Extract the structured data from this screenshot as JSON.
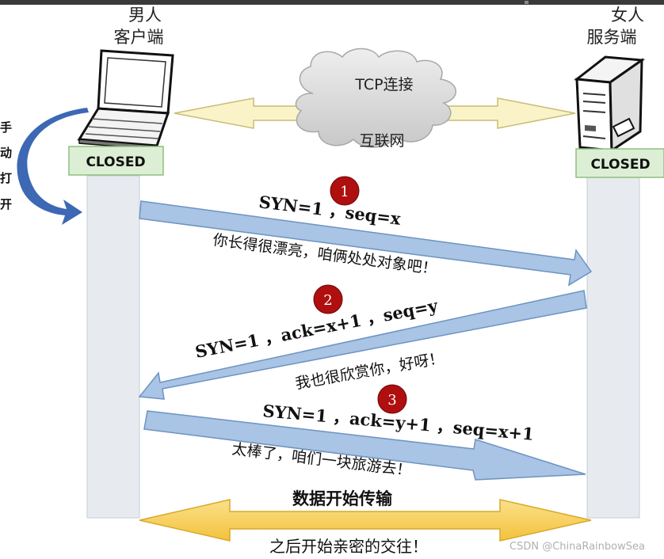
{
  "client": {
    "line1": "男人",
    "line2": "客户端",
    "state": "CLOSED"
  },
  "server": {
    "line1": "女人",
    "line2": "服务端",
    "state": "CLOSED"
  },
  "connection": {
    "top_label": "TCP连接",
    "bottom_label": "互联网"
  },
  "side_note": [
    "手",
    "动",
    "打",
    "开"
  ],
  "steps": [
    {
      "number": "1",
      "segment": "SYN=1 ，seq=x",
      "message": "你长得很漂亮，咱俩处处对象吧！"
    },
    {
      "number": "2",
      "segment": "SYN=1 ，ack=x+1 ，seq=y",
      "message": "我也很欣赏你，好呀！"
    },
    {
      "number": "3",
      "segment": "SYN=1 ，ack=y+1 ，seq=x+1",
      "message": "太棒了，咱们一块旅游去！"
    }
  ],
  "data_transfer": {
    "title": "数据开始传输",
    "subtitle": "之后开始亲密的交往！"
  },
  "watermark": "CSDN @ChinaRainbowSea",
  "colors": {
    "lifeline": "#e7ebf0",
    "lifeline_border": "#c4ccd6",
    "state_box": "#dcefd5",
    "state_border": "#8fbf7d",
    "arrow_fill": "#a9c4e4",
    "arrow_border": "#6d93c2",
    "top_arrow": "#fbf3c8",
    "data_arrow": "#f7cf57",
    "cloud": "#d5d5d5",
    "badge": "#b00f0f",
    "curve_arrow": "#3c68b4"
  }
}
